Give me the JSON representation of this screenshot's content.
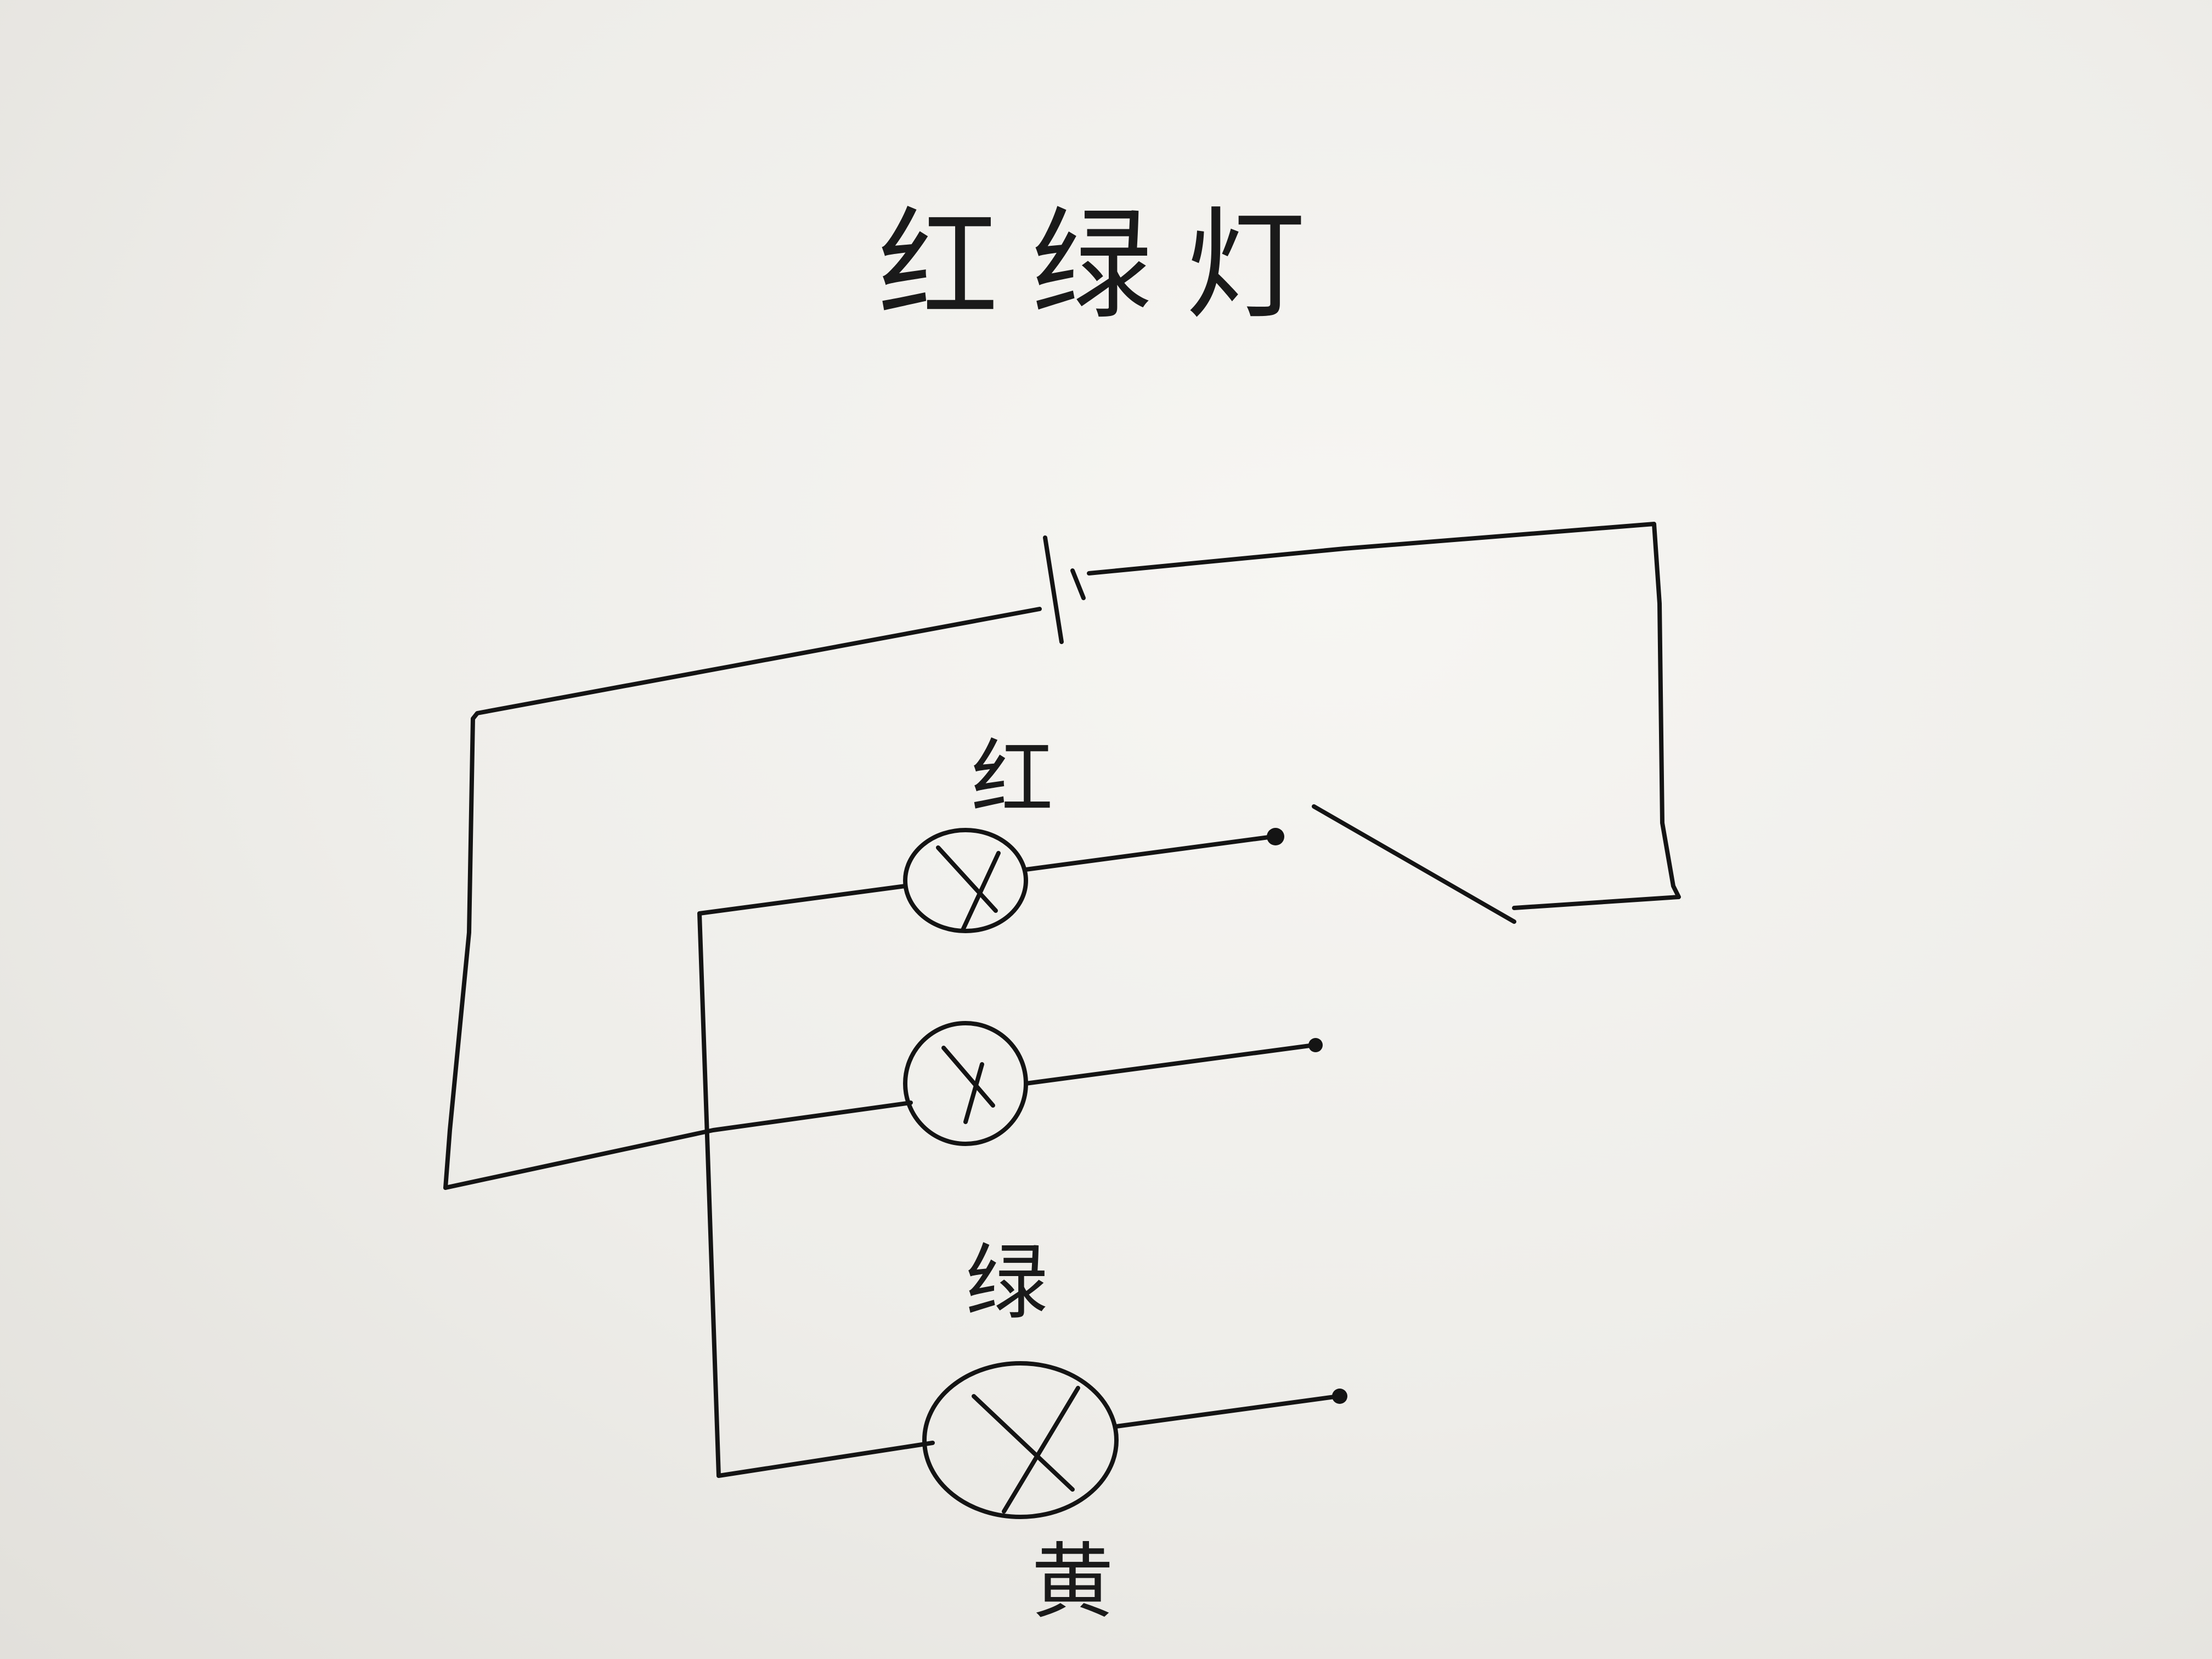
{
  "title": "红绿灯",
  "labels": {
    "red": "红",
    "green": "绿",
    "yellow": "黄"
  },
  "components": {
    "battery": {
      "symbol": "battery-icon"
    },
    "switch": {
      "symbol": "single-pole-switch-icon",
      "state": "open"
    },
    "lamps": [
      {
        "id": "red-lamp",
        "symbol": "lamp-icon"
      },
      {
        "id": "middle-lamp",
        "symbol": "lamp-icon"
      },
      {
        "id": "bottom-lamp",
        "symbol": "lamp-icon"
      }
    ]
  },
  "ink_color": "#141414",
  "paper_color": "#f4f3ef"
}
